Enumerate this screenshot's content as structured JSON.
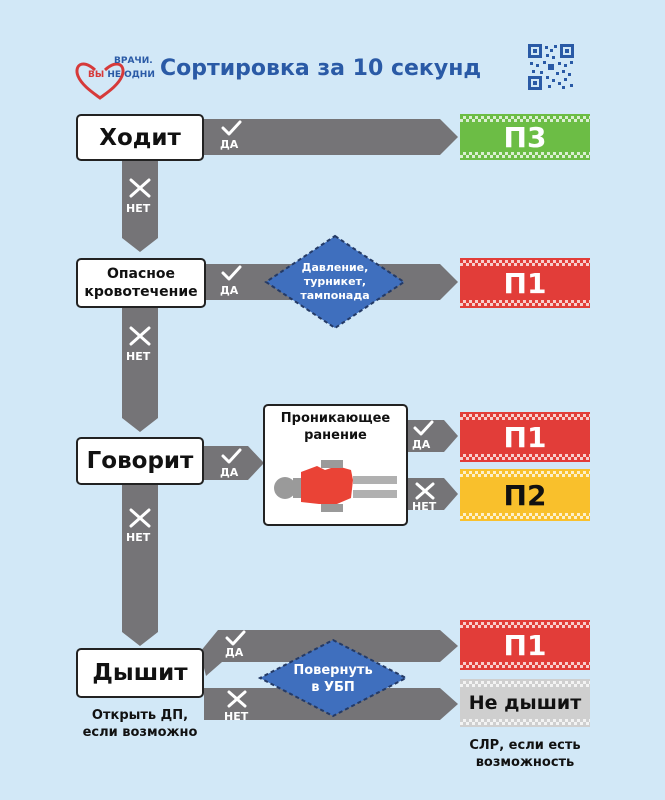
{
  "header": {
    "logo_top": "ВРАЧИ.",
    "logo_bottom_1": "ВЫ",
    "logo_bottom_2": "НЕ ОДНИ",
    "title": "Сортировка за 10 секунд"
  },
  "nodes": {
    "walks": "Ходит",
    "bleeding_line1": "Опасное",
    "bleeding_line2": "кровотечение",
    "talks": "Говорит",
    "breathes": "Дышит",
    "penetrating_line1": "Проникающее",
    "penetrating_line2": "ранение"
  },
  "labels": {
    "yes": "ДА",
    "no": "НЕТ"
  },
  "diamonds": {
    "pressure_line1": "Давление,",
    "pressure_line2": "турникет,",
    "pressure_line3": "тампонада",
    "turn_line1": "Повернуть",
    "turn_line2": "в УБП"
  },
  "results": {
    "p3": "П3",
    "p1_bleeding": "П1",
    "p1_penetrating": "П1",
    "p2": "П2",
    "p1_breathing": "П1",
    "not_breathing": "Не дышит"
  },
  "notes": {
    "airway_line1": "Открыть ДП,",
    "airway_line2": "если возможно",
    "cpr_line1": "СЛР, если есть",
    "cpr_line2": "возможность"
  },
  "colors": {
    "background": "#d2e8f7",
    "arrow": "#757477",
    "green": "#6cbd45",
    "red": "#e23d39",
    "yellow": "#f9c02c",
    "gray": "#cfcfcf",
    "blue_diamond": "#3f6fbe",
    "title_blue": "#2a5aa6"
  }
}
